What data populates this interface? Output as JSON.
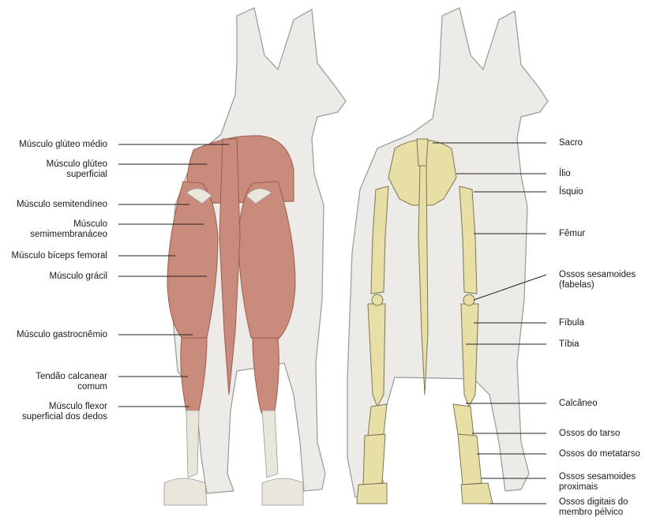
{
  "colors": {
    "silhouette": "#ecebe8",
    "outline": "#9a9894",
    "muscle": "#c98b7c",
    "muscle_dark": "#9c5b4c",
    "tendon": "#e9e6dc",
    "bone": "#e8dfa6",
    "bone_outline": "#7d7555",
    "leader": "#222222"
  },
  "left_labels": [
    {
      "id": "gluteo-medio",
      "text": "Músculo glúteo médio"
    },
    {
      "id": "gluteo-superficial",
      "text": "Músculo glúteo\nsuperficial"
    },
    {
      "id": "semitendineo",
      "text": "Músculo semitendíneo"
    },
    {
      "id": "semimembranaceo",
      "text": "Músculo\nsemimembranáceo"
    },
    {
      "id": "biceps-femoral",
      "text": "Músculo bíceps femoral"
    },
    {
      "id": "gracil",
      "text": "Músculo grácil"
    },
    {
      "id": "gastrocnemio",
      "text": "Músculo gastrocnêmio"
    },
    {
      "id": "tendao-calcanear",
      "text": "Tendão calcanear\ncomum"
    },
    {
      "id": "flexor-superficial",
      "text": "Músculo flexor\nsuperficial dos dedos"
    }
  ],
  "right_labels": [
    {
      "id": "sacro",
      "text": "Sacro"
    },
    {
      "id": "ilio",
      "text": "Ílio"
    },
    {
      "id": "isquio",
      "text": "Ísquio"
    },
    {
      "id": "femur",
      "text": "Fêmur"
    },
    {
      "id": "sesamoides-fabelas",
      "text": "Ossos sesamoides\n(fabelas)"
    },
    {
      "id": "fibula",
      "text": "Fíbula"
    },
    {
      "id": "tibia",
      "text": "Tíbia"
    },
    {
      "id": "calcaneo",
      "text": "Calcâneo"
    },
    {
      "id": "tarso",
      "text": "Ossos do tarso"
    },
    {
      "id": "metatarso",
      "text": "Ossos do metatarso"
    },
    {
      "id": "sesamoides-proximais",
      "text": "Ossos sesamoides\nproximais"
    },
    {
      "id": "digitais",
      "text": "Ossos digitais do\nmembro pélvico"
    }
  ]
}
